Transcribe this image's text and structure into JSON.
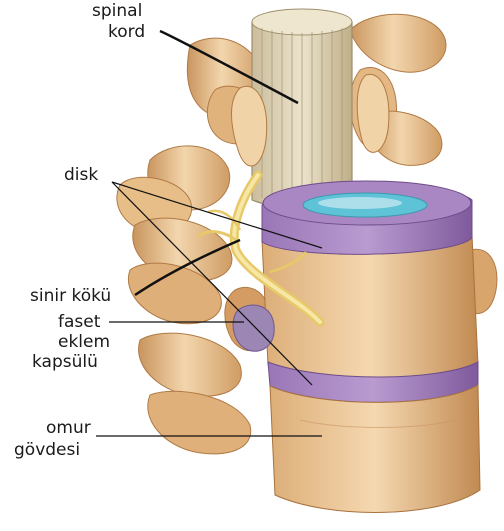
{
  "labels": {
    "spinal_cord": [
      "spinal",
      "kord"
    ],
    "disk": "disk",
    "nerve_root": "sinir kökü",
    "facet_capsule": [
      "faset",
      "eklem",
      "kapsülü"
    ],
    "vertebral_body": [
      "omur",
      "gövdesi"
    ]
  },
  "colors": {
    "bone": "#e6bf8e",
    "bone_shadow": "#c9955e",
    "bone_highlight": "#f6dfbd",
    "disk_purple": "#8c68a8",
    "disk_light_purple": "#b69ac8",
    "nucleus": "#5fc3d8",
    "nucleus_light": "#bfe6ee",
    "cord": "#d8ccb0",
    "cord_line": "#a89a7a",
    "nerve": "#f0dc8a",
    "capsule": "#9b86b4",
    "leader_line": "#111111"
  }
}
